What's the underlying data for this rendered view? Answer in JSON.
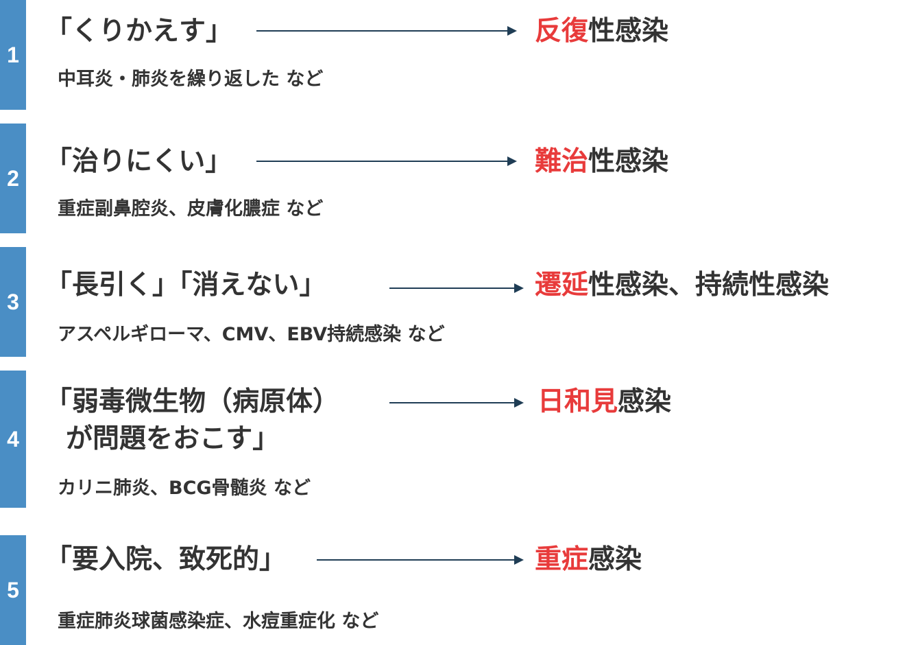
{
  "rows": [
    {
      "number": "1",
      "cause": "「くりかえす」",
      "result_highlight": "反復",
      "result_rest": "性感染",
      "examples": "中耳炎・肺炎を繰り返した など"
    },
    {
      "number": "2",
      "cause": "「治りにくい」",
      "result_highlight": "難治",
      "result_rest": "性感染",
      "examples": "重症副鼻腔炎、皮膚化膿症 など"
    },
    {
      "number": "3",
      "cause": "「長引く」「消えない」",
      "result_highlight": "遷延",
      "result_rest": "性感染、持続性感染",
      "examples": "アスペルギローマ、CMV、EBV持続感染 など"
    },
    {
      "number": "4",
      "cause": "「弱毒微生物（病原体）",
      "cause_line2": "が問題をおこす」",
      "result_highlight": "日和見",
      "result_rest": "感染",
      "examples": "カリニ肺炎、BCG骨髄炎 など"
    },
    {
      "number": "5",
      "cause": "「要入院、致死的」",
      "result_highlight": "重症",
      "result_rest": "感染",
      "examples": "重症肺炎球菌感染症、水痘重症化 など"
    }
  ],
  "colors": {
    "bar": "#4a8ec5",
    "highlight": "#e83b3b",
    "text": "#333333",
    "arrow": "#1f3d55"
  }
}
